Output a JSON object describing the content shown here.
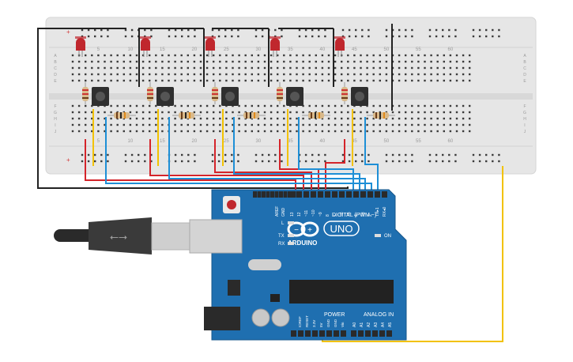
{
  "breadboard": {
    "column_numbers": [
      "5",
      "10",
      "15",
      "20",
      "25",
      "30",
      "35",
      "40",
      "45",
      "50",
      "55",
      "60"
    ],
    "row_letters_top": [
      "A",
      "B",
      "C",
      "D",
      "E"
    ],
    "row_letters_bottom": [
      "F",
      "G",
      "H",
      "I",
      "J"
    ],
    "colors": {
      "body": "#e6e6e6",
      "hole": "#3b3b3b",
      "rail_plus": "#d33a3a",
      "rail_minus": "#3a3a3a",
      "label": "#9a9a9a"
    }
  },
  "components": {
    "led_count": 5,
    "button_count": 5,
    "resistor_count": 10,
    "led_color": "#c0272d"
  },
  "arduino": {
    "brand": "ARDUINO",
    "model": "UNO",
    "on_label": "ON",
    "digital_label": "DIGITAL (PWM ~)",
    "analog_label": "ANALOG IN",
    "power_label": "POWER",
    "aref": "AREF",
    "gnd": "GND",
    "digital_pins": [
      "13",
      "12",
      "~11",
      "~10",
      "~9",
      "8",
      "7",
      "~6",
      "~5",
      "4",
      "~3",
      "2",
      "TX▸1",
      "RX◂0"
    ],
    "power_pins": [
      "IOREF",
      "RESET",
      "3.3V",
      "5V",
      "GND",
      "GND",
      "Vin"
    ],
    "analog_pins": [
      "A0",
      "A1",
      "A2",
      "A3",
      "A4",
      "A5"
    ],
    "led_labels": {
      "l": "L",
      "tx": "TX",
      "rx": "RX"
    },
    "board_color": "#1f6fb0"
  },
  "wires": {
    "colors": {
      "black": "#222222",
      "red": "#d4242a",
      "blue": "#1e8fd6",
      "yellow": "#f2c200"
    }
  }
}
